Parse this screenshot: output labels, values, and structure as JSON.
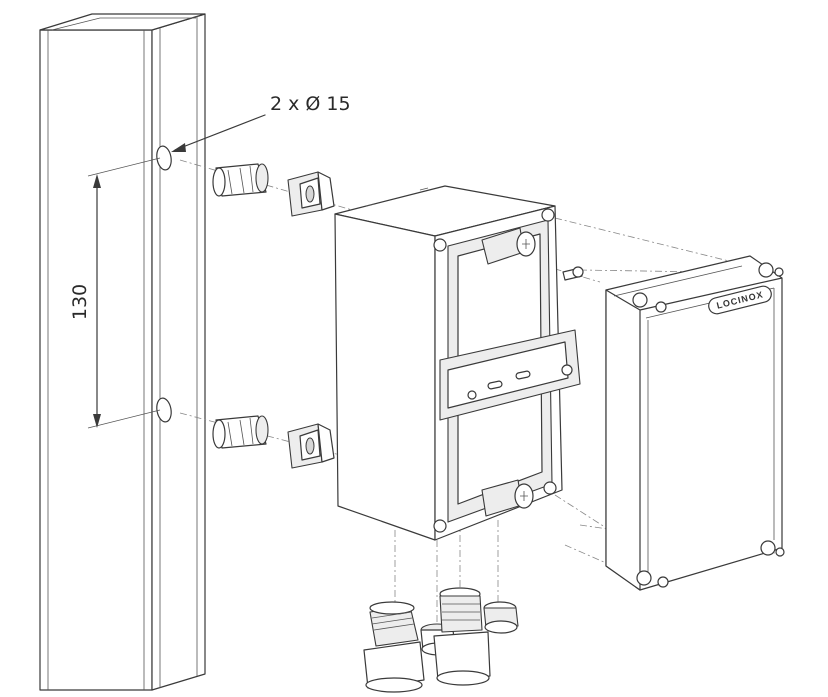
{
  "labels": {
    "hole_spec": "2 x Ø 15",
    "hole_spacing": "130"
  },
  "brand": {
    "lid_logo": "LOCINOX"
  },
  "colors": {
    "line": "#3a3a3a",
    "dash": "#888888",
    "background": "#ffffff"
  }
}
